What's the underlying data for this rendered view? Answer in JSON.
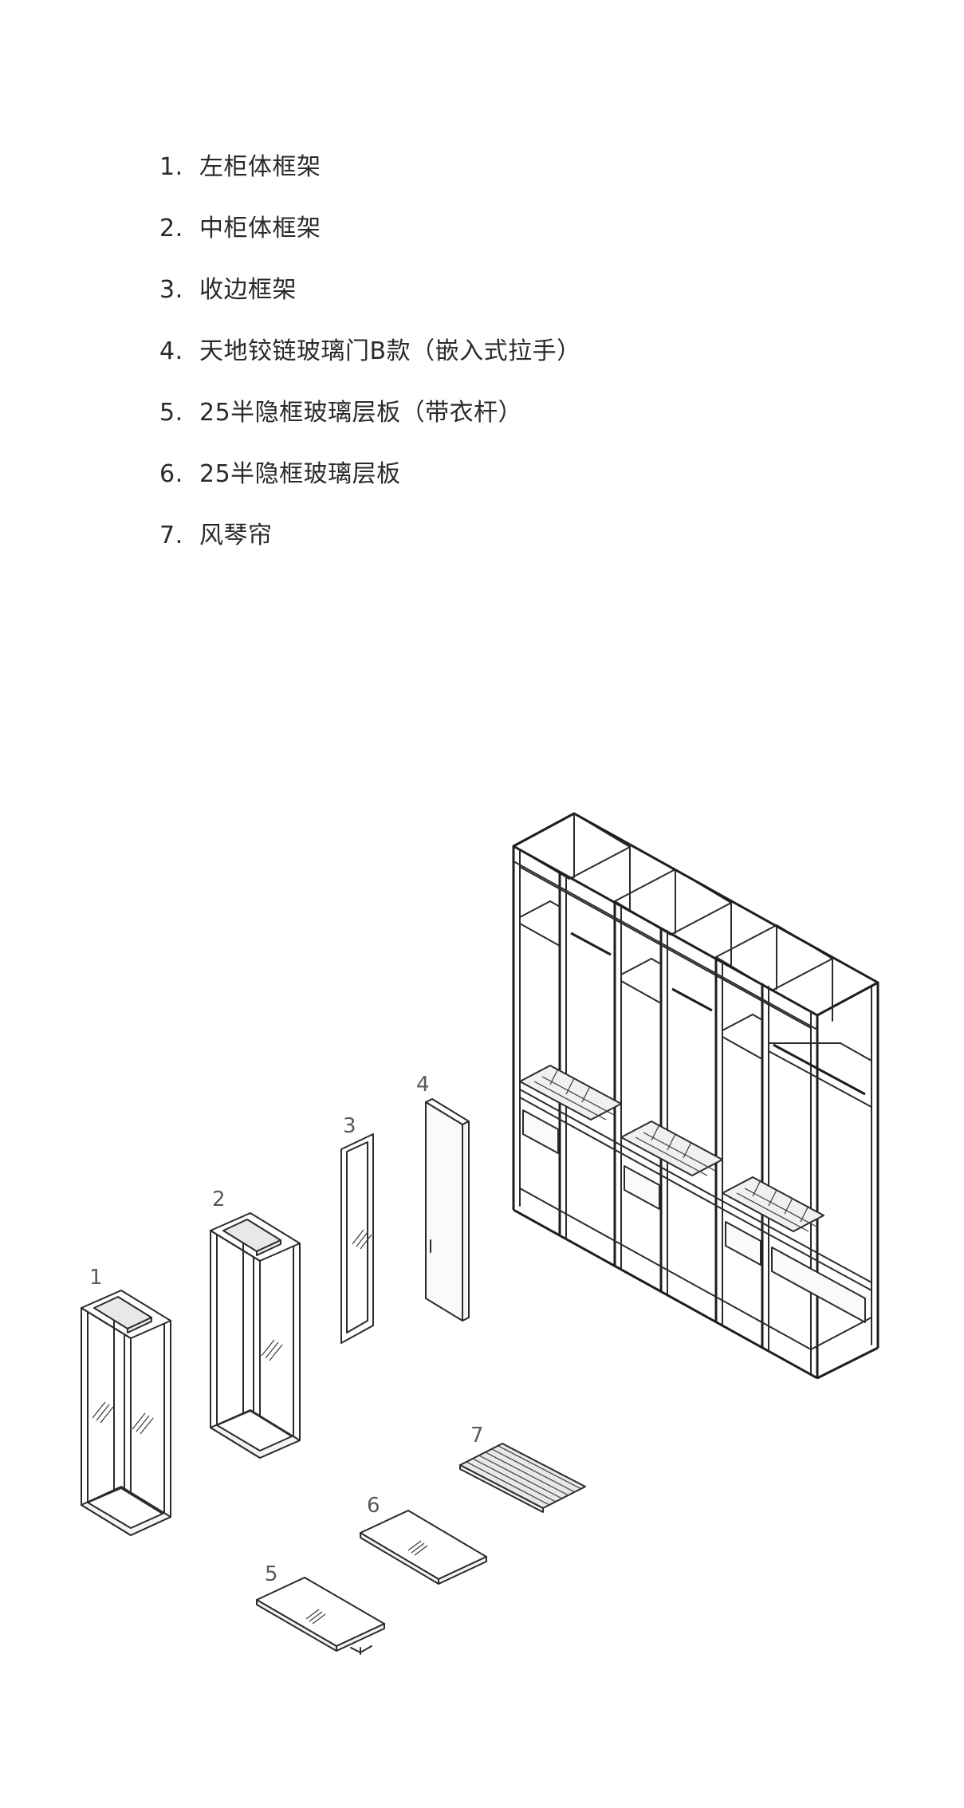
{
  "legend": {
    "items": [
      {
        "num": "1.",
        "text": "左柜体框架"
      },
      {
        "num": "2.",
        "text": "中柜体框架"
      },
      {
        "num": "3.",
        "text": "收边框架"
      },
      {
        "num": "4.",
        "text": "天地铰链玻璃门B款（嵌入式拉手）"
      },
      {
        "num": "5.",
        "text": "25半隐框玻璃层板（带衣杆）"
      },
      {
        "num": "6.",
        "text": "25半隐框玻璃层板"
      },
      {
        "num": "7.",
        "text": "风琴帘"
      }
    ]
  },
  "diagram": {
    "part_labels": {
      "p1": "1",
      "p2": "2",
      "p3": "3",
      "p4": "4",
      "p5": "5",
      "p6": "6",
      "p7": "7"
    }
  }
}
